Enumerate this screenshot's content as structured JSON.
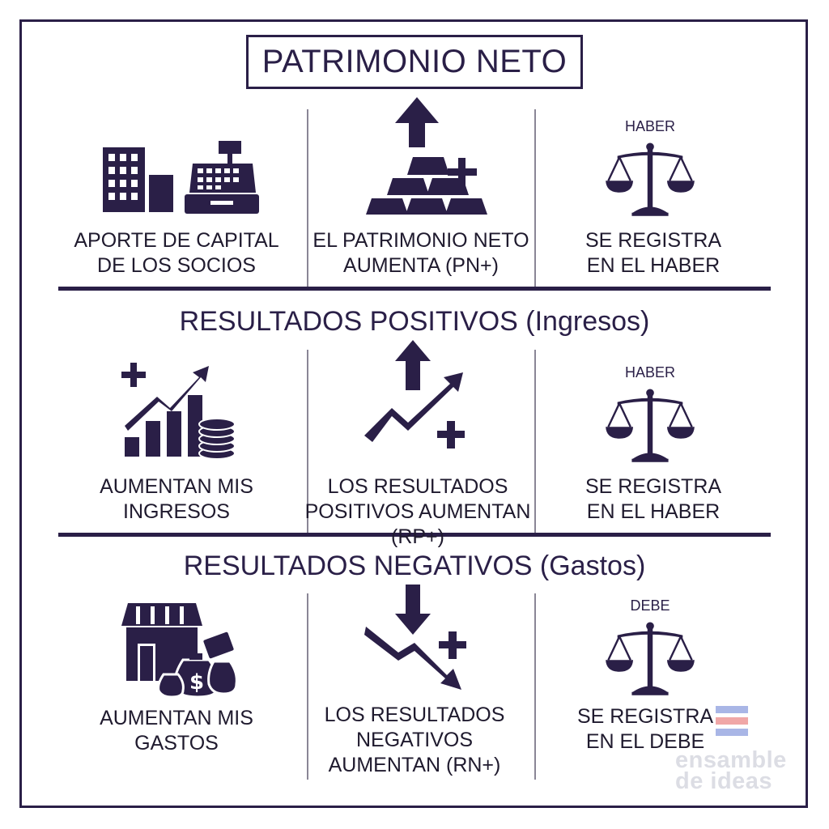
{
  "title": "PATRIMONIO NETO",
  "sections": [
    {
      "heading": "",
      "cells": [
        {
          "text": [
            "APORTE DE CAPITAL",
            "DE LOS SOCIOS"
          ]
        },
        {
          "text": [
            "EL PATRIMONIO NETO",
            "AUMENTA (PN+)"
          ]
        },
        {
          "scale_label": "HABER",
          "text": [
            "SE REGISTRA",
            "EN EL HABER"
          ]
        }
      ]
    },
    {
      "heading": "RESULTADOS POSITIVOS (Ingresos)",
      "cells": [
        {
          "text": [
            "AUMENTAN MIS",
            "INGRESOS"
          ]
        },
        {
          "text": [
            "LOS RESULTADOS",
            "POSITIVOS AUMENTAN",
            "(RP+)"
          ]
        },
        {
          "scale_label": "HABER",
          "text": [
            "SE REGISTRA",
            "EN EL HABER"
          ]
        }
      ]
    },
    {
      "heading": "RESULTADOS NEGATIVOS (Gastos)",
      "cells": [
        {
          "text": [
            "AUMENTAN MIS",
            "GASTOS"
          ]
        },
        {
          "text": [
            "LOS RESULTADOS",
            "NEGATIVOS",
            "AUMENTAN (RN+)"
          ]
        },
        {
          "scale_label": "DEBE",
          "text": [
            "SE REGISTRA",
            "EN EL DEBE"
          ]
        }
      ]
    }
  ],
  "watermark": {
    "line1": "ensamble",
    "line2": "de ideas"
  },
  "colors": {
    "primary": "#2a1f47",
    "text": "#1f1a2e",
    "divider": "#8a8696",
    "watermark": "#dcdde4"
  }
}
